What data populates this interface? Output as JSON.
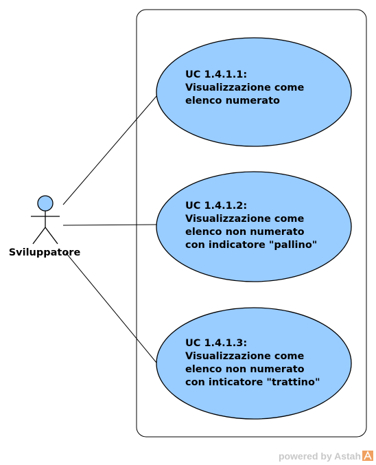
{
  "actor": {
    "name": "Sviluppatore"
  },
  "use_cases": [
    {
      "id_line": "UC 1.4.1.1:",
      "lines": [
        "Visualizzazione come",
        "elenco numerato"
      ]
    },
    {
      "id_line": "UC 1.4.1.2:",
      "lines": [
        "Visualizzazione come",
        "elenco non numerato",
        "con indicatore \"pallino\""
      ]
    },
    {
      "id_line": "UC 1.4.1.3:",
      "lines": [
        "Visualizzazione come",
        "elenco non numerato",
        "con inticatore \"trattino\""
      ]
    }
  ],
  "footer": {
    "text": "powered by Astah"
  },
  "colors": {
    "use_case_fill": "#99ccff",
    "actor_head_fill": "#99ccff",
    "stroke": "#000000",
    "logo_accent": "#f0a060"
  },
  "icons": {
    "actor": "stick-figure-icon",
    "logo": "astah-logo-icon"
  }
}
